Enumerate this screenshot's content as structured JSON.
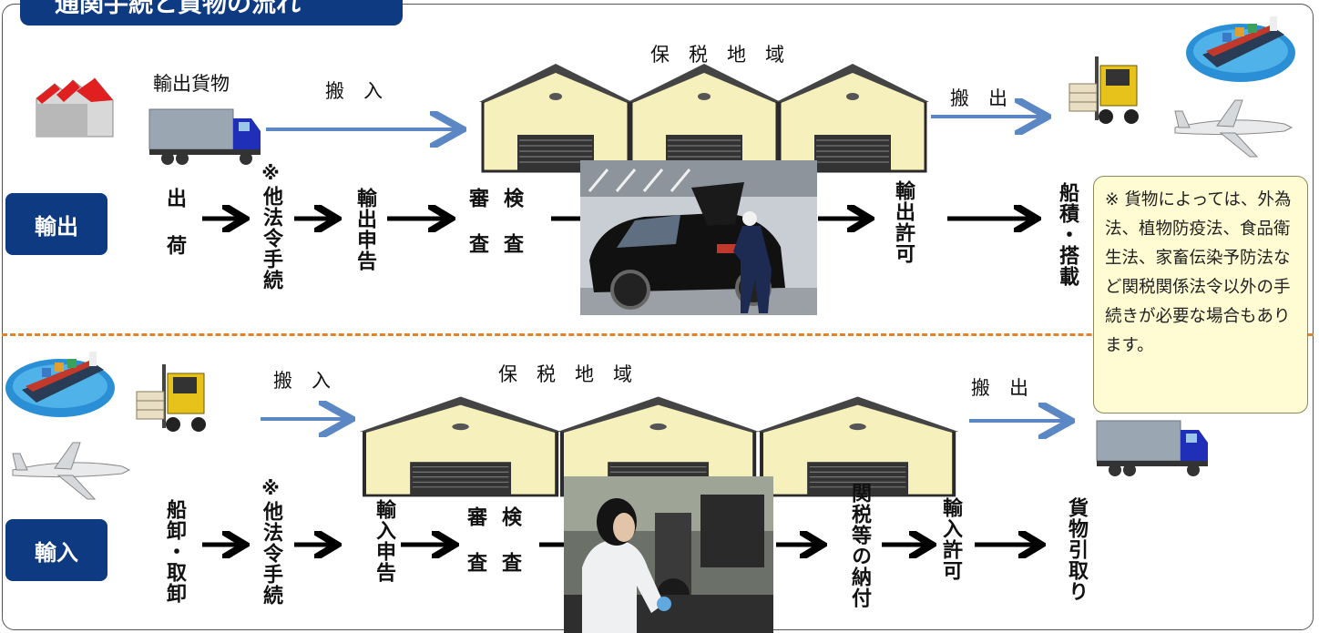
{
  "title": "通関手続と貨物の流れ",
  "export": {
    "badge": "輸出",
    "cargo_label": "輸出貨物",
    "carry_in": "搬　入",
    "bonded_area": "保　税　地　域",
    "carry_out": "搬　出",
    "steps": {
      "shipment": "出荷",
      "other_laws_mark": "※",
      "other_laws": "他法令手続",
      "declaration": "輸出申告",
      "inspection_col1": "審査",
      "inspection_col2": "検査",
      "permit": "輸出許可",
      "loading": "船積・搭載"
    }
  },
  "import": {
    "badge": "輸入",
    "carry_in": "搬　入",
    "bonded_area": "保　税　地　域",
    "carry_out": "搬　出",
    "steps": {
      "unloading": "船卸・取卸",
      "other_laws_mark": "※",
      "other_laws": "他法令手続",
      "declaration": "輸入申告",
      "inspection_col1": "審査",
      "inspection_col2": "検査",
      "duty_payment": "関税等の納付",
      "permit": "輸入許可",
      "pickup": "貨物引取り"
    }
  },
  "note": "※ 貨物によっては、外為法、植物防疫法、食品衛生法、家畜伝染予防法など関税関係法令以外の手続きが必要な場合もあります。",
  "colors": {
    "navy": "#0d3a80",
    "flow_arrow": "#5b88c4",
    "divider": "#e2822a",
    "note_bg": "#fffbd2",
    "warehouse": "#f6f0bc"
  }
}
